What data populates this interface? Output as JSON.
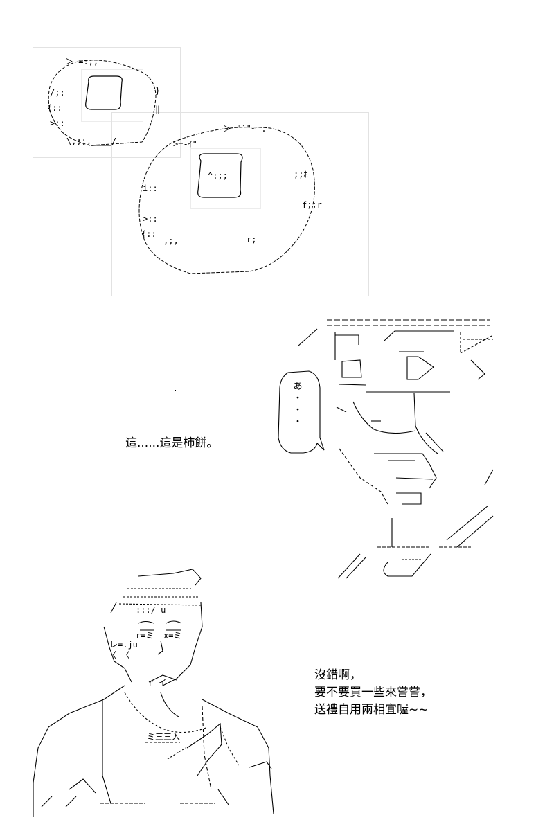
{
  "scene_1": {
    "caption_line": "這......這是柿餅。"
  },
  "scene_2": {
    "bubble_text": "あ\n・\n・\n・"
  },
  "scene_3": {
    "speech_lines": [
      "沒錯啊，",
      "要不要買一些來嘗嘗，",
      "送禮自用兩相宜喔~~"
    ]
  }
}
